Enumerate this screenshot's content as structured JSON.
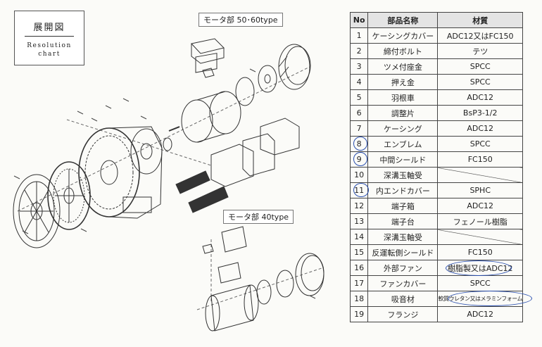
{
  "header": {
    "title_jp": "展開図",
    "title_en_line1": "Resolution",
    "title_en_line2": "chart"
  },
  "diagram": {
    "label_top": "モータ部 50･60type",
    "label_bottom": "モータ部 40type"
  },
  "parts_table": {
    "headers": [
      "No",
      "部品名称",
      "材質"
    ],
    "rows": [
      {
        "no": "1",
        "name": "ケーシングカバー",
        "material": "ADC12又はFC150"
      },
      {
        "no": "2",
        "name": "締付ボルト",
        "material": "テツ"
      },
      {
        "no": "3",
        "name": "ツメ付座金",
        "material": "SPCC"
      },
      {
        "no": "4",
        "name": "押え金",
        "material": "SPCC"
      },
      {
        "no": "5",
        "name": "羽根車",
        "material": "ADC12"
      },
      {
        "no": "6",
        "name": "調整片",
        "material": "BsP3-1/2"
      },
      {
        "no": "7",
        "name": "ケーシング",
        "material": "ADC12"
      },
      {
        "no": "8",
        "name": "エンブレム",
        "material": "SPCC"
      },
      {
        "no": "9",
        "name": "中間シールド",
        "material": "FC150"
      },
      {
        "no": "10",
        "name": "深溝玉軸受",
        "material": ""
      },
      {
        "no": "11",
        "name": "内エンドカバー",
        "material": "SPHC"
      },
      {
        "no": "12",
        "name": "端子箱",
        "material": "ADC12"
      },
      {
        "no": "13",
        "name": "端子台",
        "material": "フェノール樹脂"
      },
      {
        "no": "14",
        "name": "深溝玉軸受",
        "material": ""
      },
      {
        "no": "15",
        "name": "反運転側シールド",
        "material": "FC150"
      },
      {
        "no": "16",
        "name": "外部ファン",
        "material": "樹脂製又はADC12"
      },
      {
        "no": "17",
        "name": "ファンカバー",
        "material": "SPCC"
      },
      {
        "no": "18",
        "name": "吸音材",
        "material": "軟質ウレタン又はメラミンフォーム"
      },
      {
        "no": "19",
        "name": "フランジ",
        "material": "ADC12"
      }
    ]
  },
  "colors": {
    "ink": "#333333",
    "annotation": "#2a4fb0",
    "header_fill": "#e4e4e4"
  }
}
